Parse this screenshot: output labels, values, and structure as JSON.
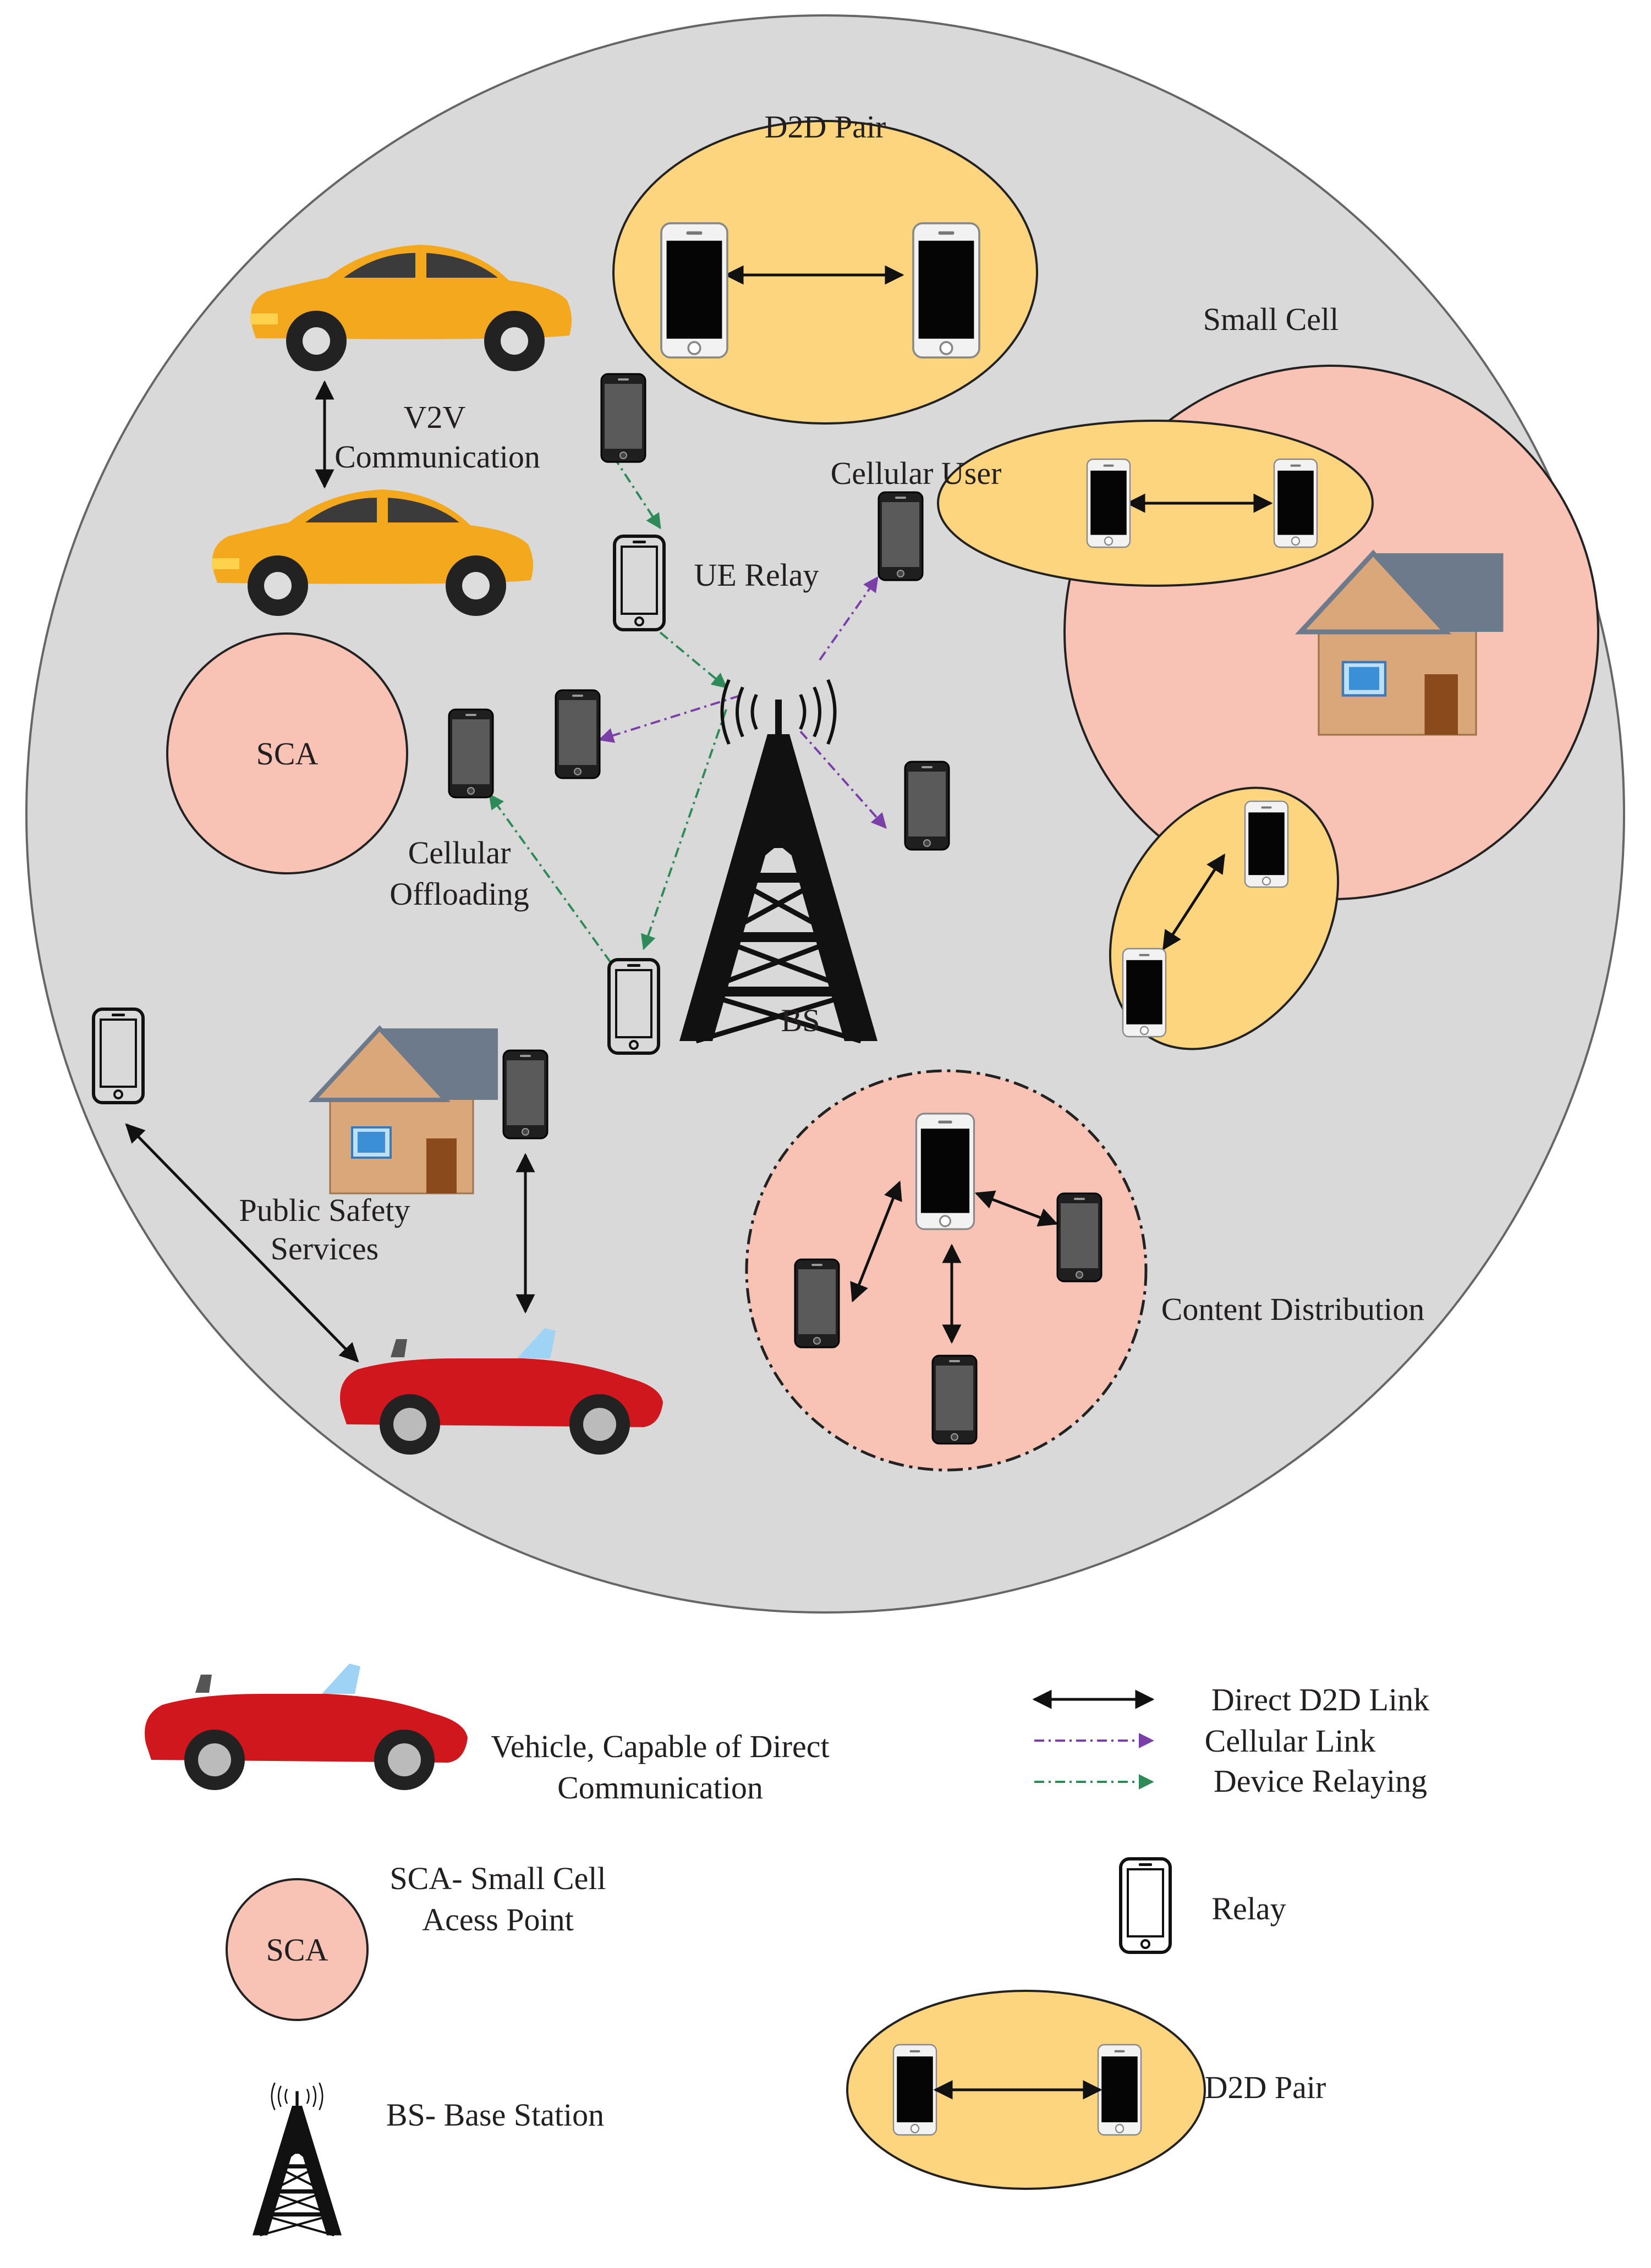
{
  "labels": {
    "d2d_pair_top": "D2D Pair",
    "small_cell": "Small Cell",
    "v2v_line1": "V2V",
    "v2v_line2": "Communication",
    "cellular_user": "Cellular User",
    "ue_relay": "UE Relay",
    "sca": "SCA",
    "cellular_line1": "Cellular",
    "cellular_line2": "Offloading",
    "bs": "BS",
    "public_line1": "Public Safety",
    "public_line2": "Services",
    "content_distribution": "Content Distribution"
  },
  "legend": {
    "vehicle_line1": "Vehicle, Capable of Direct",
    "vehicle_line2": "Communication",
    "sca_icon": "SCA",
    "sca_line1": "SCA- Small Cell",
    "sca_line2": "Acess Point",
    "bs": "BS- Base Station",
    "direct_d2d_link": "Direct D2D Link",
    "cellular_link": "Cellular Link",
    "device_relaying": "Device Relaying",
    "relay": "Relay",
    "d2d_pair": "D2D Pair"
  },
  "colors": {
    "macro_cell": "#d9d9d9",
    "d2d_pair_fill": "#fdd57e",
    "small_cell_fill": "#f8c3b5",
    "direct_link": "#111111",
    "cellular_link": "#7b3fa8",
    "device_relaying": "#2e8b57",
    "car_yellow": "#f4a81d",
    "car_red": "#d0171d"
  },
  "icons": [
    "smartphone-icon",
    "relay-phone-icon",
    "car-icon",
    "house-icon",
    "tower-icon"
  ]
}
